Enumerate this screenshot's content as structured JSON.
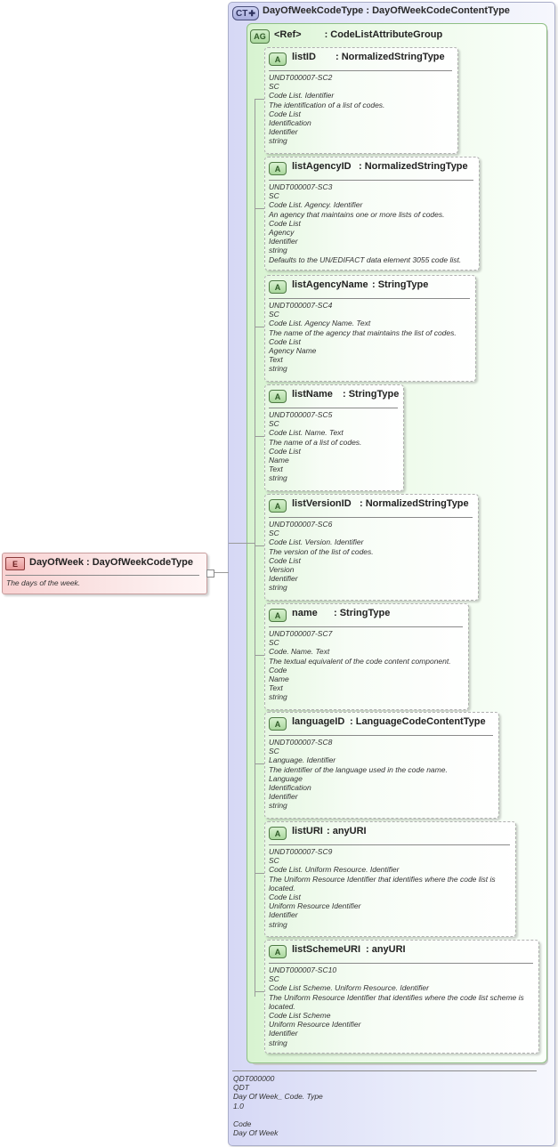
{
  "complex_type": {
    "badge": "CT",
    "title": "DayOfWeekCodeType : DayOfWeekCodeContentType",
    "doc": [
      "QDT000000",
      "QDT",
      "Day Of Week_ Code. Type",
      "1.0",
      "",
      "Code",
      "Day Of Week"
    ]
  },
  "attribute_group": {
    "badge": "AG",
    "ref_label": "<Ref>",
    "type": ": CodeListAttributeGroup"
  },
  "attributes": [
    {
      "badge": "A",
      "name": "listID",
      "type": ": NormalizedStringType",
      "doc": [
        "UNDT000007-SC2",
        "SC",
        "Code List. Identifier",
        "The identification of a list of codes.",
        "Code List",
        "Identification",
        "Identifier",
        "string"
      ]
    },
    {
      "badge": "A",
      "name": "listAgencyID",
      "type": ": NormalizedStringType",
      "doc": [
        "UNDT000007-SC3",
        "SC",
        "Code List. Agency. Identifier",
        "An agency that maintains one or more lists of codes.",
        "Code List",
        "Agency",
        "Identifier",
        "string",
        "Defaults to the UN/EDIFACT data element 3055 code list."
      ]
    },
    {
      "badge": "A",
      "name": "listAgencyName",
      "type": ": StringType",
      "doc": [
        "UNDT000007-SC4",
        "SC",
        "Code List. Agency Name. Text",
        "The name of the agency that maintains the list of codes.",
        "Code List",
        "Agency Name",
        "Text",
        "string"
      ]
    },
    {
      "badge": "A",
      "name": "listName",
      "type": ": StringType",
      "doc": [
        "UNDT000007-SC5",
        "SC",
        "Code List. Name. Text",
        "The name of a list of codes.",
        "Code List",
        "Name",
        "Text",
        "string"
      ]
    },
    {
      "badge": "A",
      "name": "listVersionID",
      "type": ": NormalizedStringType",
      "doc": [
        "UNDT000007-SC6",
        "SC",
        "Code List. Version. Identifier",
        "The version of the list of codes.",
        "Code List",
        "Version",
        "Identifier",
        "string"
      ]
    },
    {
      "badge": "A",
      "name": "name",
      "type": ": StringType",
      "doc": [
        "UNDT000007-SC7",
        "SC",
        "Code. Name. Text",
        "The textual equivalent of the code content component.",
        "Code",
        "Name",
        "Text",
        "string"
      ]
    },
    {
      "badge": "A",
      "name": "languageID",
      "type": ": LanguageCodeContentType",
      "doc": [
        "UNDT000007-SC8",
        "SC",
        "Language. Identifier",
        "The identifier of the language used in the code name.",
        "Language",
        "Identification",
        "Identifier",
        "string"
      ]
    },
    {
      "badge": "A",
      "name": "listURI",
      "type": ": anyURI",
      "doc": [
        "UNDT000007-SC9",
        "SC",
        "Code List. Uniform Resource. Identifier",
        "The Uniform Resource Identifier that identifies where the code list is located.",
        "Code List",
        "Uniform Resource Identifier",
        "Identifier",
        "string"
      ]
    },
    {
      "badge": "A",
      "name": "listSchemeURI",
      "type": ": anyURI",
      "doc": [
        "UNDT000007-SC10",
        "SC",
        "Code List Scheme. Uniform Resource. Identifier",
        "The Uniform Resource Identifier that identifies where the code list scheme is located.",
        "Code List Scheme",
        "Uniform Resource Identifier",
        "Identifier",
        "string"
      ]
    }
  ],
  "element": {
    "badge": "E",
    "title": "DayOfWeek : DayOfWeekCodeType",
    "doc": "The days of the week."
  }
}
